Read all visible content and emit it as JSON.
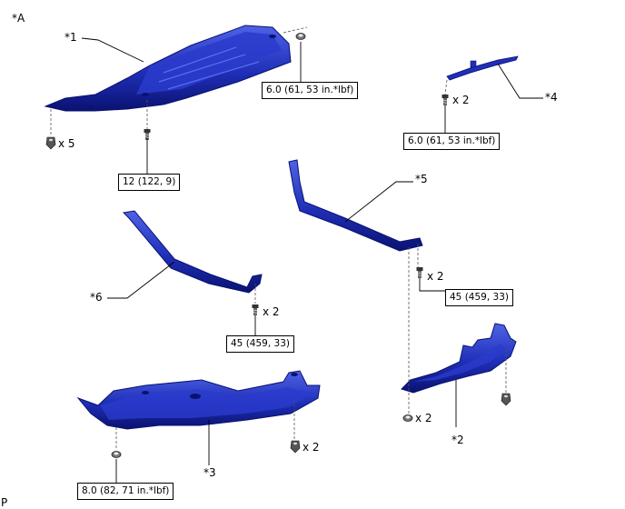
{
  "view_label": "*A",
  "footer_label": "P",
  "parts": {
    "p1": "*1",
    "p2": "*2",
    "p3": "*3",
    "p4": "*4",
    "p5": "*5",
    "p6": "*6"
  },
  "quantities": {
    "q_x5": "x 5",
    "q_x2_p4": "x 2",
    "q_x2_p5": "x 2",
    "q_x2_p6": "x 2",
    "q_x2_p3": "x 2",
    "q_x2_p2": "x 2"
  },
  "torques": {
    "t1_nut": "6.0 (61, 53 in.*lbf)",
    "t1_bolt": "12 (122, 9)",
    "t4": "6.0 (61, 53 in.*lbf)",
    "t5": "45 (459, 33)",
    "t6": "45 (459, 33)",
    "t3": "8.0 (82, 71 in.*lbf)"
  },
  "colors": {
    "part_blue": "#1f2fb8",
    "part_dark": "#0a1270",
    "part_light": "#4f63e6",
    "line": "#000000"
  }
}
